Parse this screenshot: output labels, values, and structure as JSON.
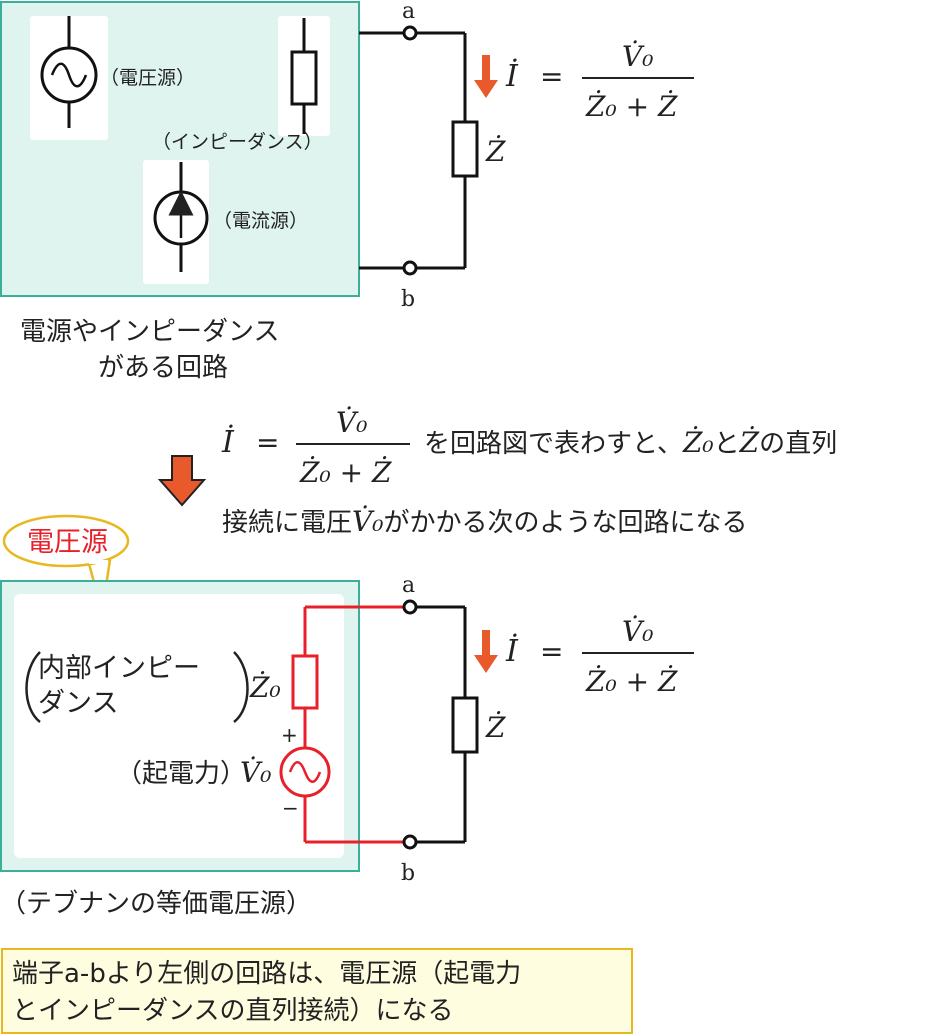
{
  "top_circuit": {
    "terminal_a": "a",
    "terminal_b": "b",
    "labels": {
      "voltage_source": "（電圧源）",
      "impedance": "（インピーダンス）",
      "current_source": "（電流源）"
    },
    "caption_line1": "電源やインピーダンス",
    "caption_line2": "がある回路",
    "current_symbol": "İ",
    "eq_sign": "=",
    "numerator": "V̇₀",
    "denominator": "Ż₀ + Ż",
    "load_symbol": "Ż"
  },
  "middle_text": {
    "formula_lhs": "İ",
    "eq_sign": "=",
    "numerator": "V̇₀",
    "denominator": "Ż₀ + Ż",
    "line1_a": "を回路図で表わすと、",
    "z0": "Ż₀",
    "to": "と",
    "z": "Ż",
    "line1_b": "の直列",
    "line2_a": "接続に電圧",
    "v0": "V̇₀",
    "line2_b": "がかかる次のような回路になる"
  },
  "callout": {
    "text": "電圧源"
  },
  "bottom_circuit": {
    "terminal_a": "a",
    "terminal_b": "b",
    "internal_line1": "内部インピー",
    "internal_line2": "ダンス",
    "z0_symbol": "Ż₀",
    "emf_label": "（起電力）",
    "v0_symbol": "V̇₀",
    "plus": "+",
    "minus": "−",
    "current_symbol": "İ",
    "eq_sign": "=",
    "numerator": "V̇₀",
    "denominator": "Ż₀ + Ż",
    "load_symbol": "Ż",
    "caption": "（テブナンの等価電圧源）"
  },
  "note": {
    "line1": "端子a-bより左側の回路は、電圧源（起電力",
    "line2": "とインピーダンスの直列接続）になる"
  },
  "colors": {
    "teal_border": "#3ab09a",
    "teal_fill": "#dff4ef",
    "accent_red": "#e8202a",
    "arrow_orange": "#e85a2c",
    "note_fill": "#fffde0",
    "note_border": "#e8b820",
    "callout_border": "#e8b820"
  }
}
